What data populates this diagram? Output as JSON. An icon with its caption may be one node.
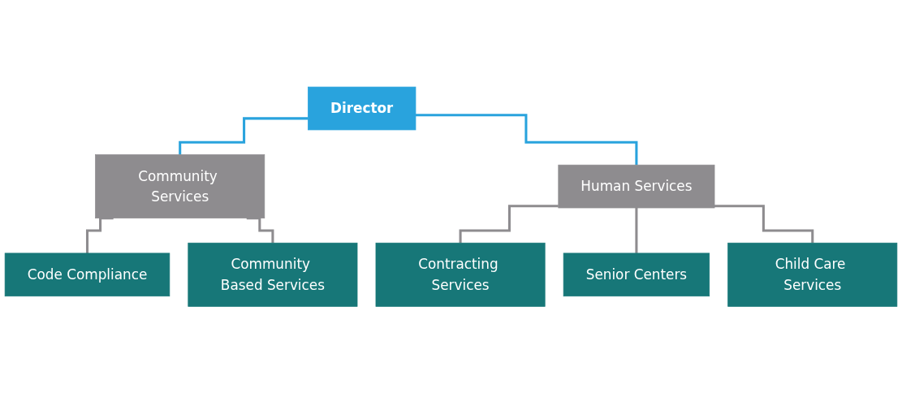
{
  "diagram": {
    "nodes": [
      {
        "text": [
          "Director"
        ]
      },
      {
        "text": [
          "Community Services"
        ]
      },
      {
        "text": [
          "Human Services"
        ]
      },
      {
        "text": [
          "Code Compliance"
        ]
      },
      {
        "text": [
          "Community Based Services"
        ]
      },
      {
        "text": [
          "Contracting Services"
        ]
      },
      {
        "text": [
          "Senior Centers"
        ]
      },
      {
        "text": [
          "Child Care Services"
        ]
      }
    ],
    "edges": [
      {
        "from": 0,
        "to": 1,
        "arrow": "none",
        "color": "#29a3dd"
      },
      {
        "from": 0,
        "to": 2,
        "arrow": "none",
        "color": "#29a3dd"
      },
      {
        "from": 1,
        "to": 3,
        "arrow": "none"
      },
      {
        "from": 1,
        "to": 4,
        "arrow": "none"
      },
      {
        "from": 2,
        "to": 5,
        "arrow": "none"
      },
      {
        "from": 2,
        "to": 6,
        "arrow": "none"
      },
      {
        "from": 2,
        "to": 7,
        "arrow": "none"
      }
    ]
  }
}
